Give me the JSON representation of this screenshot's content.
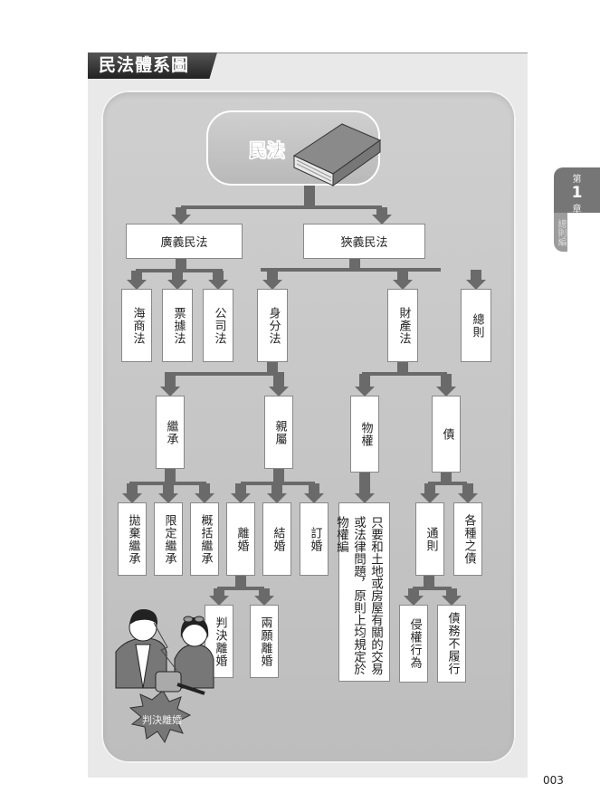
{
  "title": "民法體系圖",
  "side_tab": {
    "chapter_prefix": "第",
    "chapter_number": "1",
    "chapter_suffix": "章",
    "section": "總則編"
  },
  "page_number": "003",
  "colors": {
    "arrow": "#6a6a6a",
    "panel": "#c6c6c6",
    "title_bg": "#333333"
  },
  "diagram": {
    "root": "民法",
    "level1": {
      "broad": "廣義民法",
      "narrow": "狹義民法"
    },
    "broad_children": [
      "海商法",
      "票據法",
      "公司法"
    ],
    "narrow_children": {
      "status": "身分法",
      "property": "財產法",
      "general": "總則"
    },
    "status_children": {
      "succession": "繼承",
      "kinship": "親屬"
    },
    "property_children": {
      "real_rights": "物權",
      "obligations": "債"
    },
    "succession_children": [
      "拋棄繼承",
      "限定繼承",
      "概括繼承"
    ],
    "kinship_children": [
      "離婚",
      "結婚",
      "訂婚"
    ],
    "real_rights_note": "只要和土地或房屋有關的交易或法律問題，原則上均規定於物權編",
    "obligations_children": [
      "通則",
      "各種之債"
    ],
    "divorce_children": [
      "判決離婚",
      "兩願離婚"
    ],
    "general_children": [
      "侵權行為",
      "債務不履行"
    ],
    "illustration_label": "判決離婚"
  }
}
